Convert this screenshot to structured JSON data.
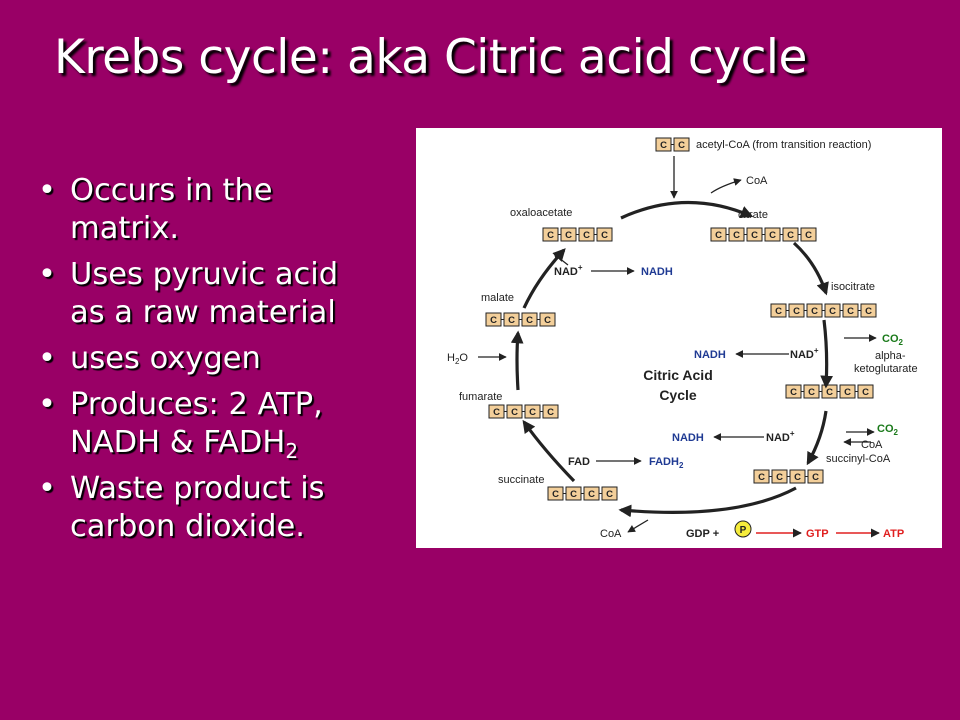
{
  "slide": {
    "title": "Krebs cycle: aka Citric acid cycle",
    "bullets": [
      {
        "text": "Occurs in the matrix."
      },
      {
        "text": "Uses pyruvic acid as a raw material"
      },
      {
        "text": "uses oxygen"
      },
      {
        "text": "Produces: 2 ATP, NADH & FADH",
        "subscript": "2"
      },
      {
        "text": "Waste product is carbon dioxide."
      }
    ],
    "bullet_glyph": "•"
  },
  "diagram": {
    "center_label_1": "Citric Acid",
    "center_label_2": "Cycle",
    "carbon_letter": "C",
    "labels": {
      "acetyl_coa": "acetyl-CoA (from transition reaction)",
      "coa_top": "CoA",
      "oxaloacetate": "oxaloacetate",
      "citrate": "citrate",
      "isocitrate": "isocitrate",
      "malate": "malate",
      "h2o": "H",
      "h2o_sub": "2",
      "h2o_tail": "O",
      "fumarate": "fumarate",
      "alpha_kg_1": "alpha-",
      "alpha_kg_2": "ketoglutarate",
      "succinate": "succinate",
      "succinyl_coa": "succinyl-CoA",
      "coa_right": "CoA",
      "coa_bottom": "CoA",
      "nad": "NAD",
      "nadh": "NADH",
      "fad": "FAD",
      "fadh": "FADH",
      "fadh_sub": "2",
      "co2": "CO",
      "co2_sub": "2",
      "gdp": "GDP +",
      "p": "P",
      "gtp": "GTP",
      "atp": "ATP",
      "plus": "+"
    },
    "colors": {
      "box_fill": "#f3cf9a",
      "blue": "#1f3a93",
      "green": "#1a7a1a",
      "red": "#e02020",
      "p_fill": "#f5ec3c"
    }
  }
}
